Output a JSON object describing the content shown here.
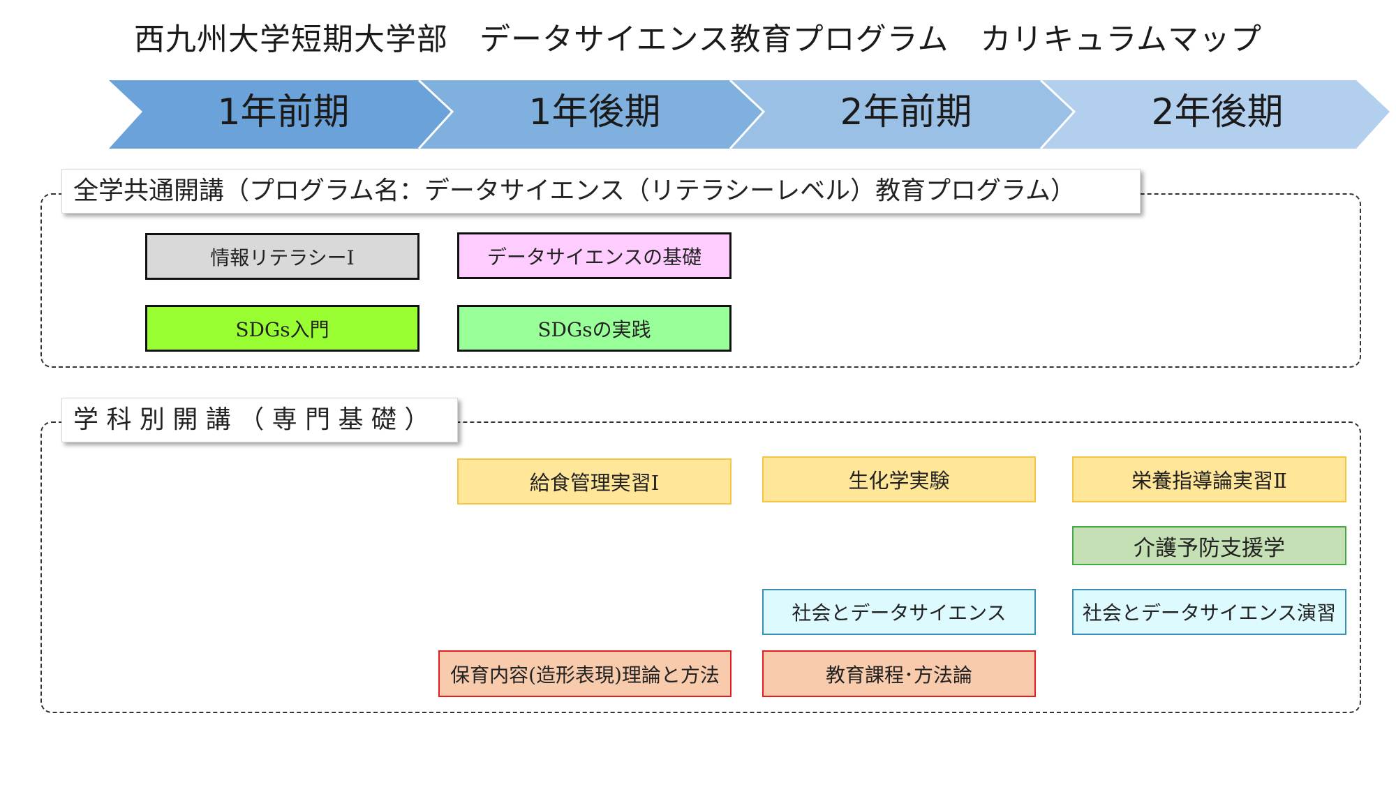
{
  "title": "西九州大学短期大学部　データサイエンス教育プログラム　カリキュラムマップ",
  "terms": [
    "1年前期",
    "1年後期",
    "2年前期",
    "2年後期"
  ],
  "colors": {
    "term_1": "#6aa2d9",
    "term_2": "#7fb0de",
    "term_3": "#9bc0e6",
    "term_4": "#b2cfed"
  },
  "common_group": {
    "label": "全学共通開講（プログラム名：データサイエンス（リテラシーレベル）教育プログラム）",
    "courses": [
      {
        "name": "情報リテラシーⅠ",
        "term": "1年前期"
      },
      {
        "name": "データサイエンスの基礎",
        "term": "1年後期"
      },
      {
        "name": "SDGs入門",
        "term": "1年前期"
      },
      {
        "name": "SDGsの実践",
        "term": "1年後期"
      }
    ]
  },
  "department_group": {
    "label": "学 科 別 開 講 （ 専 門 基 礎 ）",
    "courses": [
      {
        "name": "給食管理実習Ⅰ",
        "term": "1年後期"
      },
      {
        "name": "生化学実験",
        "term": "2年前期"
      },
      {
        "name": "栄養指導論実習Ⅱ",
        "term": "2年後期"
      },
      {
        "name": "介護予防支援学",
        "term": "2年後期"
      },
      {
        "name": "社会とデータサイエンス",
        "term": "2年前期"
      },
      {
        "name": "社会とデータサイエンス演習",
        "term": "2年後期"
      },
      {
        "name": "保育内容(造形表現)理論と方法",
        "term": "1年後期"
      },
      {
        "name": "教育課程･方法論",
        "term": "2年前期"
      }
    ]
  }
}
